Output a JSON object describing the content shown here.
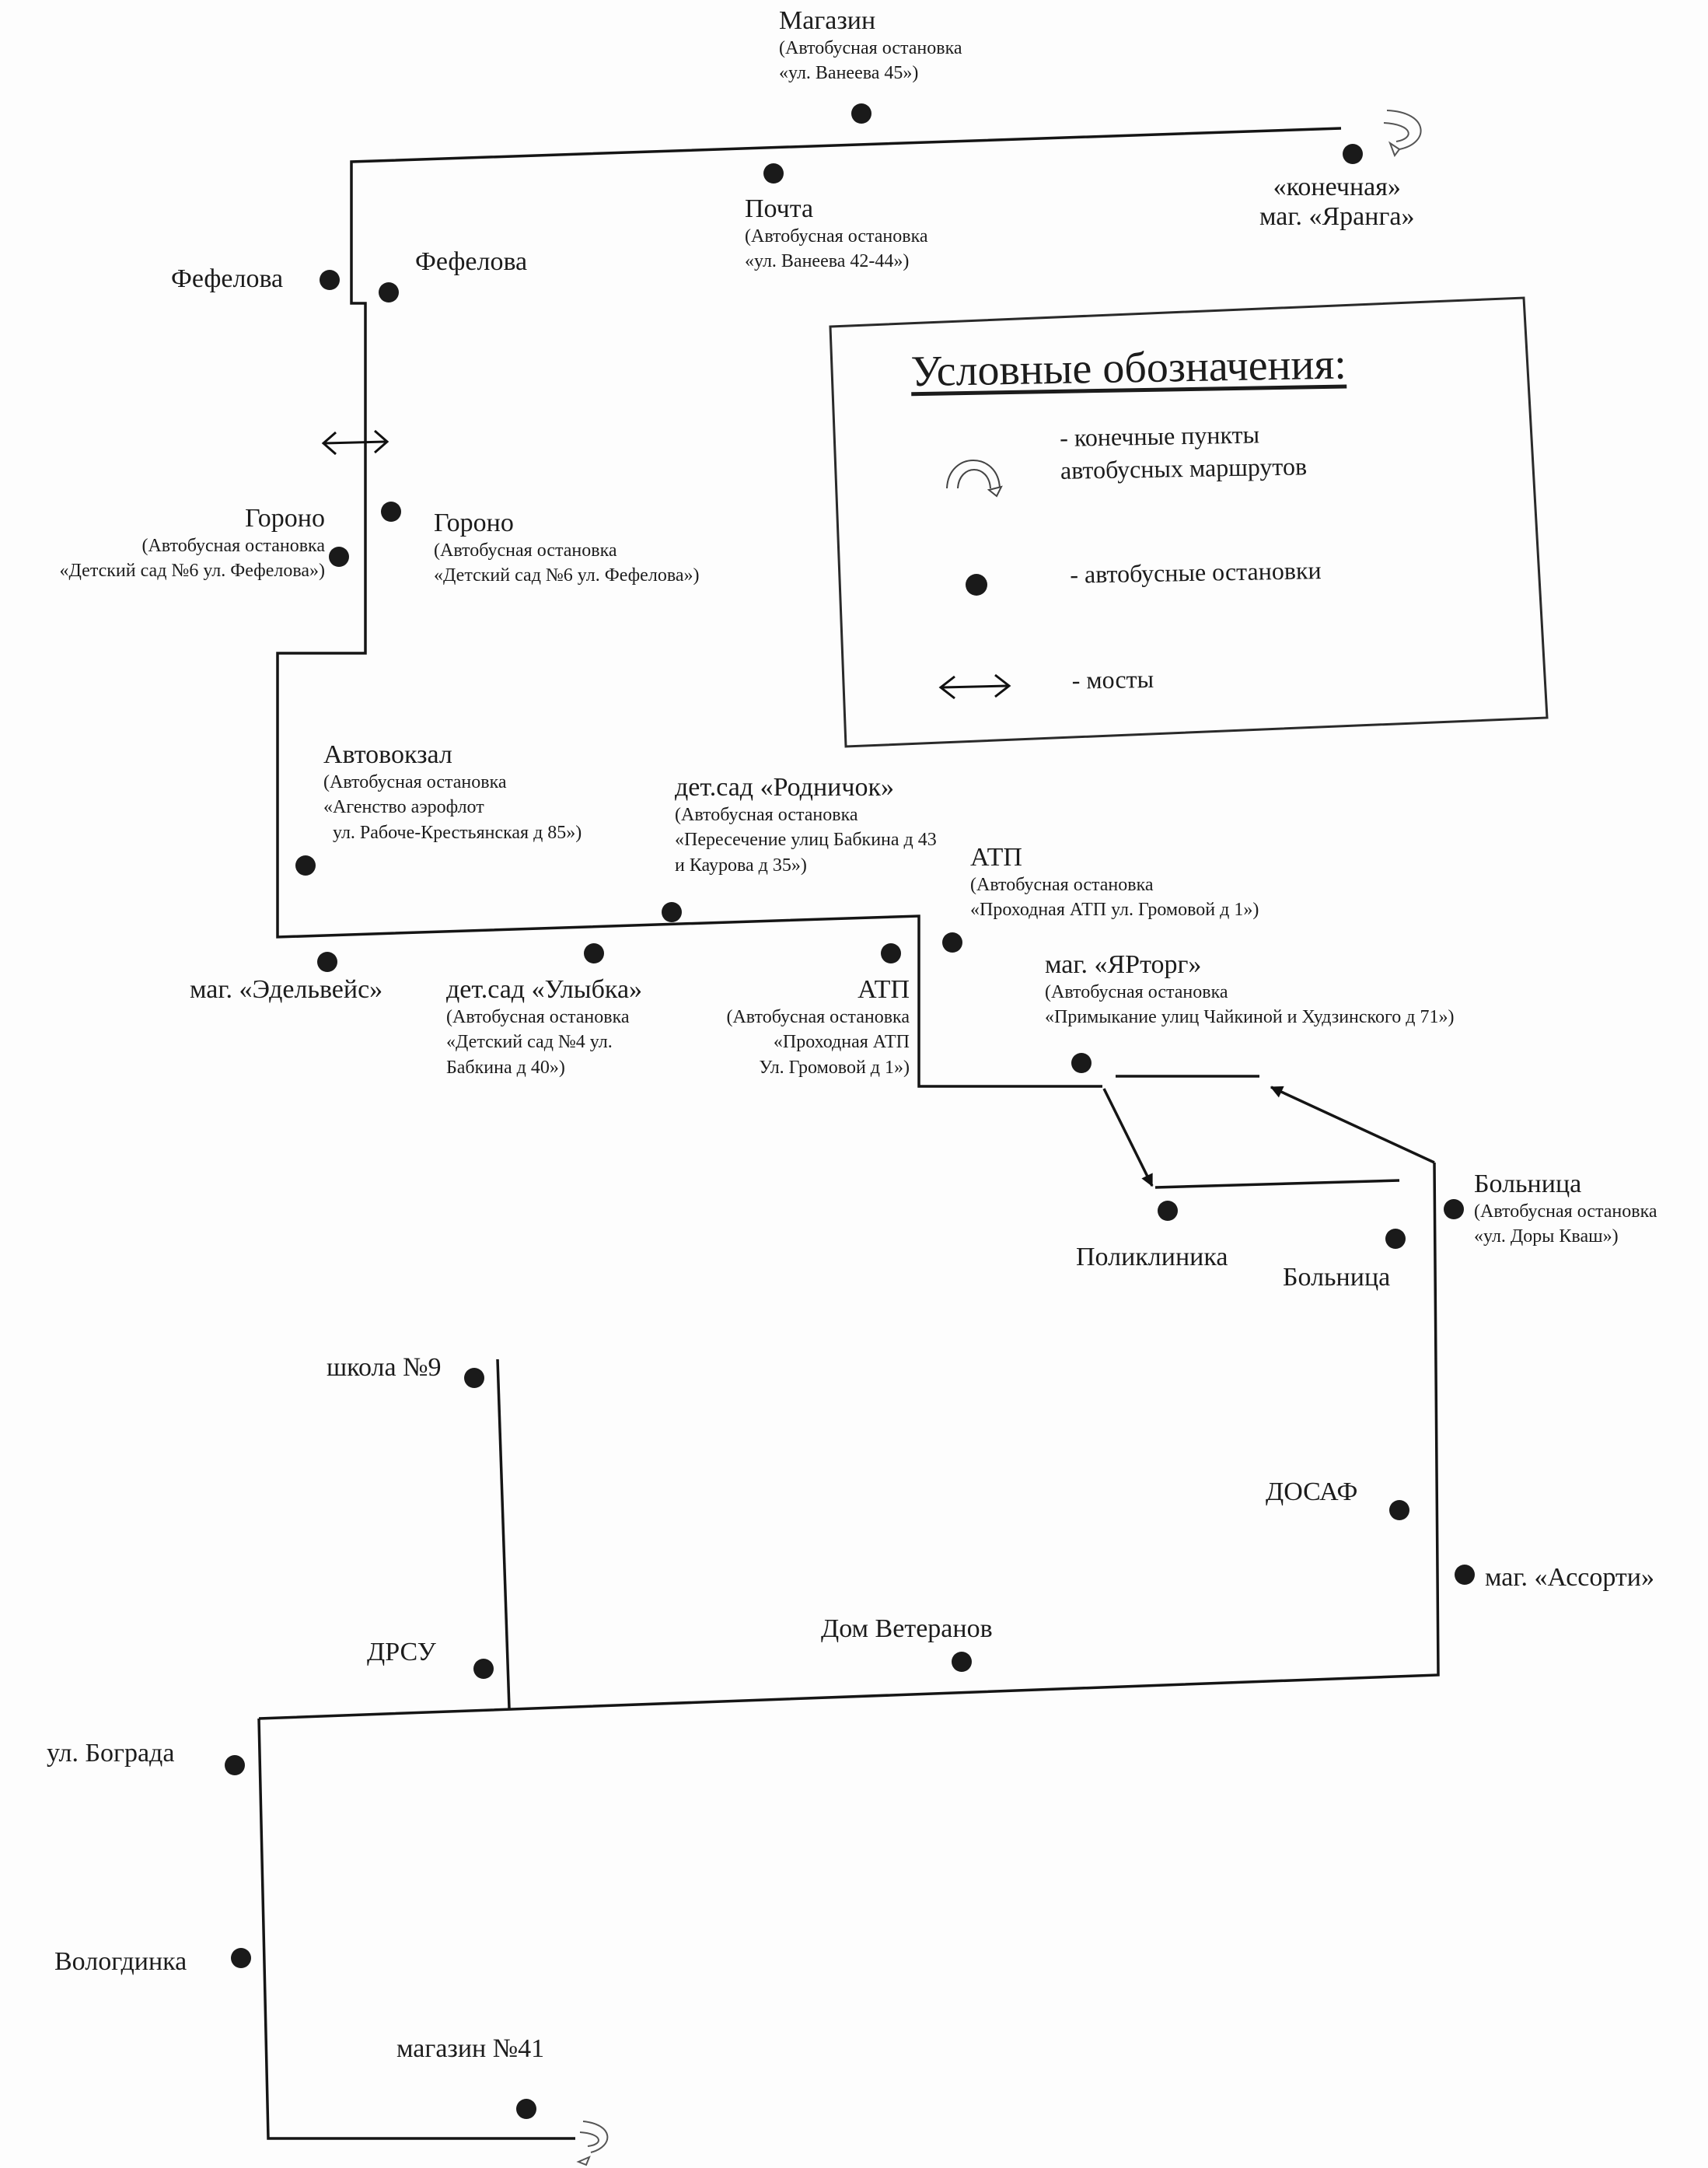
{
  "legend": {
    "title": "Условные обозначения:",
    "terminal_label": "- конечные пункты\nавтобусных маршрутов",
    "stop_label": "- автобусные остановки",
    "bridge_label": "- мосты"
  },
  "icons": {
    "terminal": "u-turn-arrow-icon",
    "stop": "bus-stop-dot-icon",
    "bridge": "double-arrow-icon"
  },
  "stops": {
    "magazin": {
      "name": "Магазин",
      "sub": [
        "(Автобусная остановка",
        "«ул. Ванеева 45»)"
      ]
    },
    "konechnaya_top": {
      "name": [
        "«конечная»",
        "маг. «Яранга»"
      ]
    },
    "pochta": {
      "name": "Почта",
      "sub": [
        "(Автобусная остановка",
        "«ул. Ванеева 42-44»)"
      ]
    },
    "fefelova_left": {
      "name": "Фефелова"
    },
    "fefelova_right": {
      "name": "Фефелова"
    },
    "gorono_left": {
      "name": "Гороно",
      "sub": [
        "(Автобусная остановка",
        "«Детский сад №6 ул. Фефелова»)"
      ]
    },
    "gorono_right": {
      "name": "Гороно",
      "sub": [
        "(Автобусная остановка",
        "«Детский сад №6 ул. Фефелова»)"
      ]
    },
    "avtovokzal": {
      "name": "Автовокзал",
      "sub": [
        "(Автобусная остановка",
        "«Агенство аэрофлот",
        "ул. Рабоче-Крестьянская д 85»)"
      ]
    },
    "rodnichok": {
      "name": "дет.сад «Родничок»",
      "sub": [
        "(Автобусная остановка",
        "«Пересечение улиц Бабкина д 43",
        "и Каурова д 35»)"
      ]
    },
    "atp_right": {
      "name": "АТП",
      "sub": [
        "(Автобусная остановка",
        "«Проходная АТП ул. Громовой д 1»)"
      ]
    },
    "edelveis": {
      "name": "маг. «Эдельвейс»"
    },
    "ulybka": {
      "name": "дет.сад «Улыбка»",
      "sub": [
        "(Автобусная остановка",
        "«Детский сад №4 ул.",
        "Бабкина д 40»)"
      ]
    },
    "atp_left": {
      "name": "АТП",
      "sub": [
        "(Автобусная остановка",
        "«Проходная АТП",
        "Ул. Громовой д 1»)"
      ]
    },
    "yartorg": {
      "name": "маг. «ЯРторг»",
      "sub": [
        "(Автобусная остановка",
        "«Примыкание улиц Чайкиной и Худзинского д 71»)"
      ]
    },
    "bolnica_right": {
      "name": "Больница",
      "sub": [
        "(Автобусная остановка",
        "«ул. Доры Кваш»)"
      ]
    },
    "poliklinika": {
      "name": "Поликлиника"
    },
    "bolnica_left": {
      "name": "Больница"
    },
    "shkola9": {
      "name": "школа №9"
    },
    "dosaf": {
      "name": "ДОСАФ"
    },
    "assorti": {
      "name": "маг. «Ассорти»"
    },
    "drsu": {
      "name": "ДРСУ"
    },
    "dom_veteranov": {
      "name": "Дом Ветеранов"
    },
    "bograda": {
      "name": "ул. Бограда"
    },
    "vologdinka": {
      "name": "Вологдинка"
    },
    "magazin41": {
      "name": "магазин №41"
    }
  }
}
